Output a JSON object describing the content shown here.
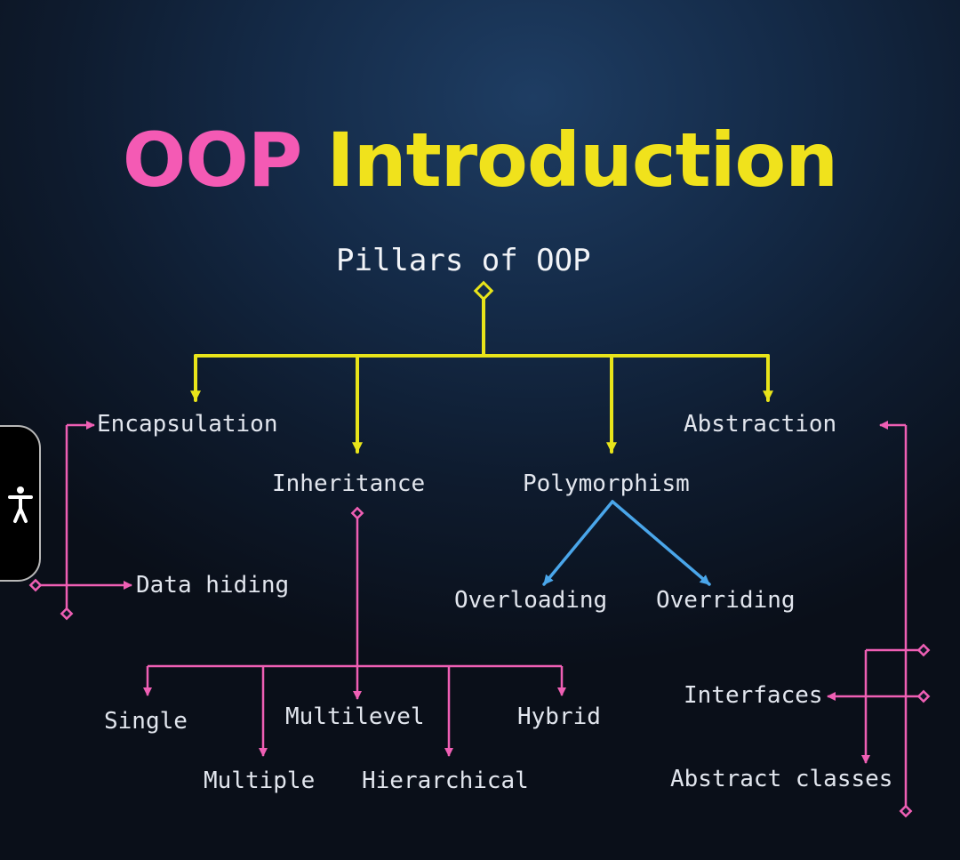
{
  "title": {
    "part1": "OOP",
    "part2": "Introduction"
  },
  "root": "Pillars of OOP",
  "pillars": {
    "encapsulation": "Encapsulation",
    "inheritance": "Inheritance",
    "polymorphism": "Polymorphism",
    "abstraction": "Abstraction"
  },
  "encapsulation_children": {
    "data_hiding": "Data hiding"
  },
  "inheritance_children": {
    "single": "Single",
    "multiple": "Multiple",
    "multilevel": "Multilevel",
    "hierarchical": "Hierarchical",
    "hybrid": "Hybrid"
  },
  "polymorphism_children": {
    "overloading": "Overloading",
    "overriding": "Overriding"
  },
  "abstraction_children": {
    "interfaces": "Interfaces",
    "abstract_classes": "Abstract classes"
  },
  "colors": {
    "title_oop": "#f45ab4",
    "title_intro": "#f0e21c",
    "yellow_connector": "#e8e41a",
    "pink_connector": "#ef5fb4",
    "blue_connector": "#4aa6ea"
  },
  "icons": {
    "side_tab": "accessibility-icon"
  }
}
